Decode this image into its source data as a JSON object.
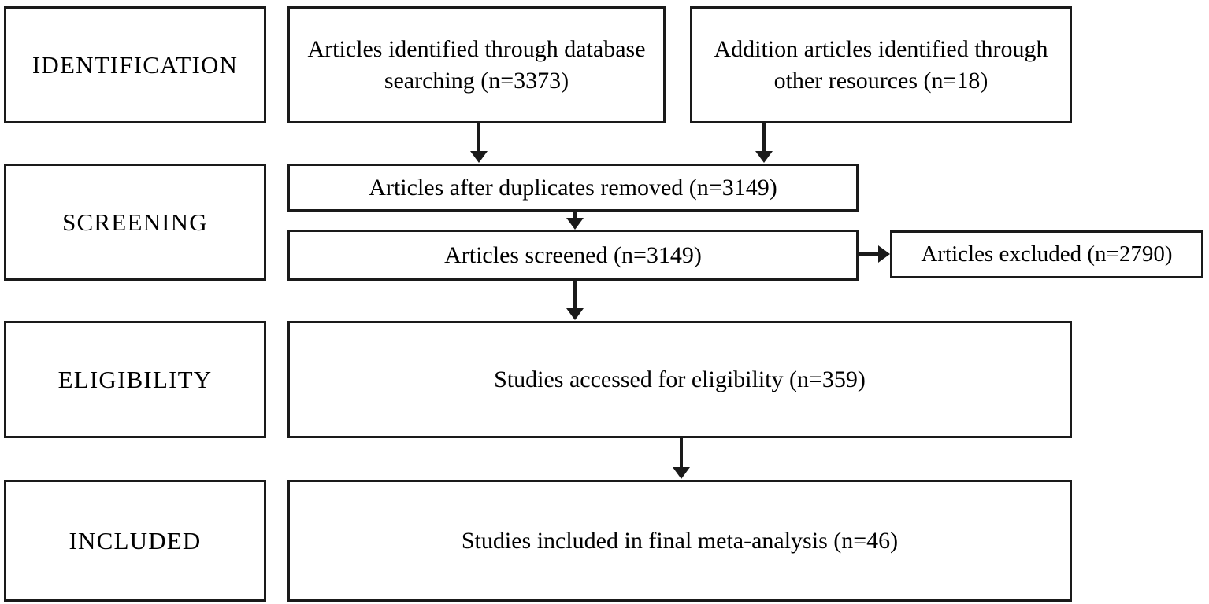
{
  "diagram": {
    "type": "prisma-flow-diagram",
    "stages": [
      {
        "id": "identification",
        "label": "IDENTIFICATION"
      },
      {
        "id": "screening",
        "label": "SCREENING"
      },
      {
        "id": "eligibility",
        "label": "ELIGIBILITY"
      },
      {
        "id": "included",
        "label": "INCLUDED"
      }
    ],
    "nodes": {
      "database_search": {
        "text": "Articles identified through database searching (n=3373)",
        "n": 3373
      },
      "other_resources": {
        "text": "Addition articles identified through other resources (n=18)",
        "n": 18
      },
      "duplicates_removed": {
        "text": "Articles after duplicates removed (n=3149)",
        "n": 3149
      },
      "screened": {
        "text": "Articles screened (n=3149)",
        "n": 3149
      },
      "excluded": {
        "text": "Articles excluded (n=2790)",
        "n": 2790
      },
      "eligibility": {
        "text": "Studies accessed for eligibility (n=359)",
        "n": 359
      },
      "included": {
        "text": "Studies included in final meta-analysis (n=46)",
        "n": 46
      }
    },
    "edges": [
      {
        "from": "database_search",
        "to": "duplicates_removed",
        "direction": "down"
      },
      {
        "from": "other_resources",
        "to": "duplicates_removed",
        "direction": "down"
      },
      {
        "from": "duplicates_removed",
        "to": "screened",
        "direction": "down"
      },
      {
        "from": "screened",
        "to": "eligibility",
        "direction": "down"
      },
      {
        "from": "screened",
        "to": "excluded",
        "direction": "right"
      },
      {
        "from": "eligibility",
        "to": "included",
        "direction": "down"
      }
    ],
    "colors": {
      "stroke": "#1a1a1a",
      "background": "#ffffff",
      "text": "#000000"
    }
  }
}
